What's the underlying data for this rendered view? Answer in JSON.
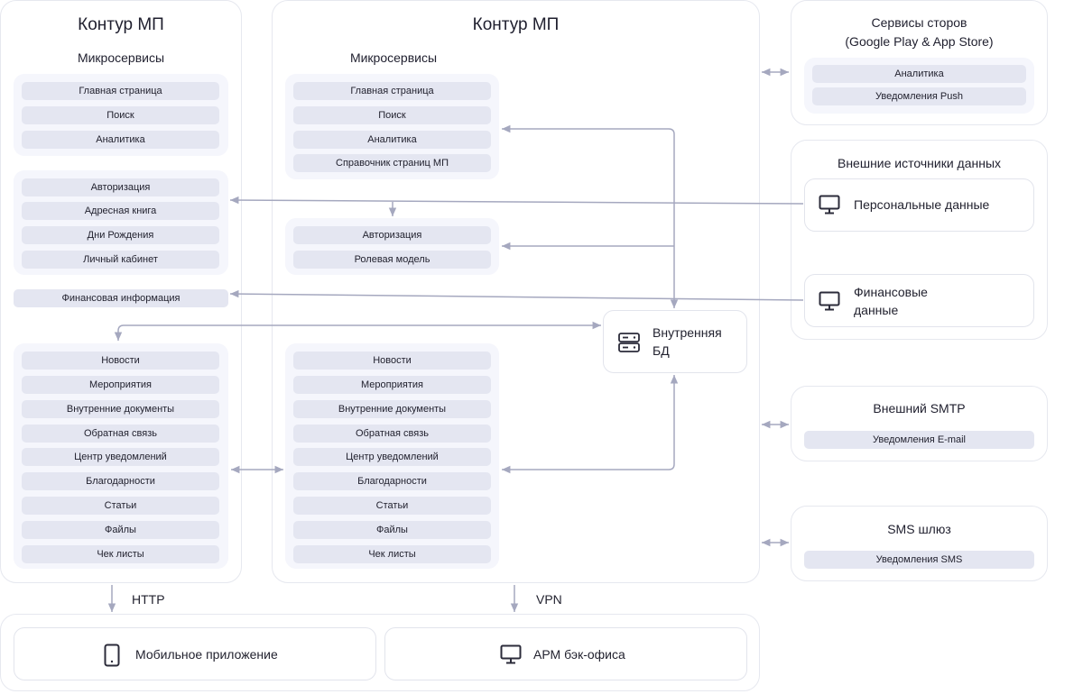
{
  "left_panel": {
    "title": "Контур МП",
    "subtitle": "Микросервисы",
    "group1": [
      "Главная страница",
      "Поиск",
      "Аналитика"
    ],
    "group2": [
      "Авторизация",
      "Адресная книга",
      "Дни Рождения",
      "Личный кабинет"
    ],
    "finance": "Финансовая информация",
    "group3": [
      "Новости",
      "Мероприятия",
      "Внутренние документы",
      "Обратная связь",
      "Центр уведомлений",
      "Благодарности",
      "Статьи",
      "Файлы",
      "Чек листы"
    ]
  },
  "center_panel": {
    "title": "Контур МП",
    "subtitle": "Микросервисы",
    "group1": [
      "Главная страница",
      "Поиск",
      "Аналитика",
      "Справочник страниц МП"
    ],
    "group2": [
      "Авторизация",
      "Ролевая модель"
    ],
    "group3": [
      "Новости",
      "Мероприятия",
      "Внутренние документы",
      "Обратная связь",
      "Центр уведомлений",
      "Благодарности",
      "Статьи",
      "Файлы",
      "Чек листы"
    ],
    "db_label": "Внутренняя\nБД"
  },
  "stores": {
    "title_line1": "Сервисы сторов",
    "title_line2": "(Google Play & App Store)",
    "items": [
      "Аналитика",
      "Уведомления Push"
    ]
  },
  "external_sources": {
    "title": "Внешние источники данных",
    "personal": "Персональные данные",
    "financial": "Финансовые\nданные"
  },
  "smtp": {
    "title": "Внешний SMTP",
    "item": "Уведомления E-mail"
  },
  "sms": {
    "title": "SMS шлюз",
    "item": "Уведомления SMS"
  },
  "bottom": {
    "http": "HTTP",
    "vpn": "VPN",
    "mobile": "Мобильное приложение",
    "arm": "АРМ бэк-офиса"
  },
  "icons": {
    "monitor": "monitor-icon",
    "database": "database-icon",
    "phone": "phone-icon"
  },
  "colors": {
    "arrow": "#a5a8bf",
    "pill": "#e4e6f1",
    "group": "#f5f6fc",
    "border": "#e6e8ef",
    "icon": "#2b2b3a"
  }
}
